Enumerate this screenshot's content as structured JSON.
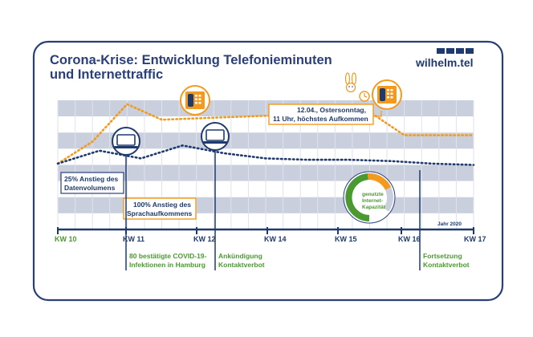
{
  "title_lines": [
    "Corona-Krise: Entwicklung Telefonieminuten",
    "und Internettraffic"
  ],
  "logo": {
    "text": "wilhelm.tel",
    "squares": 4
  },
  "colors": {
    "frame": "#2a3f7a",
    "orange": "#f39a1e",
    "navy": "#1f3a6e",
    "green": "#4a9a2f",
    "band": "#c9cfdc",
    "grid": "#dfe3ec"
  },
  "chart_data": {
    "type": "line",
    "x_ticks": [
      "KW 10",
      "KW 11",
      "KW 12",
      "KW 14",
      "KW 15",
      "KW 16",
      "KW 17"
    ],
    "series": [
      {
        "color": "#f39a1e",
        "style": "dotted",
        "y": [
          0.51,
          0.68,
          0.97,
          0.85,
          0.86,
          0.87,
          0.88,
          0.88,
          0.89,
          0.91,
          0.73,
          0.73,
          0.73
        ]
      },
      {
        "color": "#1f3a6e",
        "style": "dotted",
        "y": [
          0.51,
          0.61,
          0.55,
          0.65,
          0.59,
          0.55,
          0.54,
          0.54,
          0.53,
          0.51,
          0.5
        ]
      }
    ],
    "year_label": "Jahr 2020"
  },
  "annotations": {
    "data25": [
      "25% Anstieg des",
      "Datenvolumens"
    ],
    "voice100": [
      "100% Anstieg des",
      "Sprachaufkommens"
    ],
    "easter": [
      "12.04., Ostersonntag,",
      "11 Uhr, höchstes Aufkommen"
    ],
    "gauge": [
      "genutzte",
      "Internet-",
      "Kapazität"
    ],
    "covid": [
      "80 bestätigte COVID-19-",
      "Infektionen in Hamburg"
    ],
    "announce": [
      "Ankündigung",
      "Kontaktverbot"
    ],
    "extend": [
      "Fortsetzung",
      "Kontaktverbot"
    ]
  },
  "gauge_level": 0.8
}
